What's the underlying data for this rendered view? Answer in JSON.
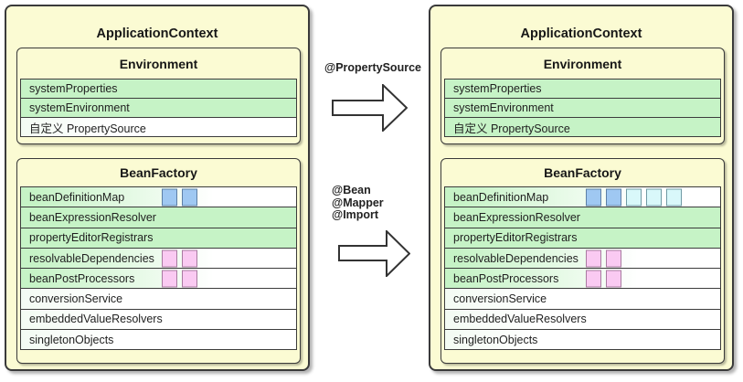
{
  "colors": {
    "box_fill": "#FBFBD3",
    "box_border": "#3A3A3A",
    "row_green": "#C6F3C6",
    "square_blue": "#9FC8F2",
    "square_cyan": "#D9F8FA",
    "square_pink": "#FACAF2"
  },
  "annotations": {
    "property_source": "@PropertySource",
    "bean_lines": [
      "@Bean",
      "@Mapper",
      "@Import"
    ]
  },
  "left_context": {
    "title": "ApplicationContext",
    "environment": {
      "title": "Environment",
      "rows": [
        {
          "label": "systemProperties",
          "fill": "green"
        },
        {
          "label": "systemEnvironment",
          "fill": "green"
        },
        {
          "label": "自定义 PropertySource",
          "fill": "white"
        }
      ]
    },
    "bean_factory": {
      "title": "BeanFactory",
      "rows": [
        {
          "label": "beanDefinitionMap",
          "fill": "gradient",
          "squares": [
            "blue",
            "blue"
          ]
        },
        {
          "label": "beanExpressionResolver",
          "fill": "green"
        },
        {
          "label": "propertyEditorRegistrars",
          "fill": "green"
        },
        {
          "label": "resolvableDependencies",
          "fill": "gradient",
          "squares": [
            "pink",
            "pink"
          ]
        },
        {
          "label": "beanPostProcessors",
          "fill": "gradient",
          "squares": [
            "pink",
            "pink"
          ]
        },
        {
          "label": "conversionService",
          "fill": "white"
        },
        {
          "label": "embeddedValueResolvers",
          "fill": "white"
        },
        {
          "label": "singletonObjects",
          "fill": "white"
        }
      ]
    }
  },
  "right_context": {
    "title": "ApplicationContext",
    "environment": {
      "title": "Environment",
      "rows": [
        {
          "label": "systemProperties",
          "fill": "green"
        },
        {
          "label": "systemEnvironment",
          "fill": "green"
        },
        {
          "label": "自定义 PropertySource",
          "fill": "green"
        }
      ]
    },
    "bean_factory": {
      "title": "BeanFactory",
      "rows": [
        {
          "label": "beanDefinitionMap",
          "fill": "gradient",
          "squares": [
            "blue",
            "blue",
            "cyan",
            "cyan",
            "cyan"
          ]
        },
        {
          "label": "beanExpressionResolver",
          "fill": "green"
        },
        {
          "label": "propertyEditorRegistrars",
          "fill": "green"
        },
        {
          "label": "resolvableDependencies",
          "fill": "gradient",
          "squares": [
            "pink",
            "pink"
          ]
        },
        {
          "label": "beanPostProcessors",
          "fill": "gradient",
          "squares": [
            "pink",
            "pink"
          ]
        },
        {
          "label": "conversionService",
          "fill": "white"
        },
        {
          "label": "embeddedValueResolvers",
          "fill": "white"
        },
        {
          "label": "singletonObjects",
          "fill": "white"
        }
      ]
    }
  }
}
